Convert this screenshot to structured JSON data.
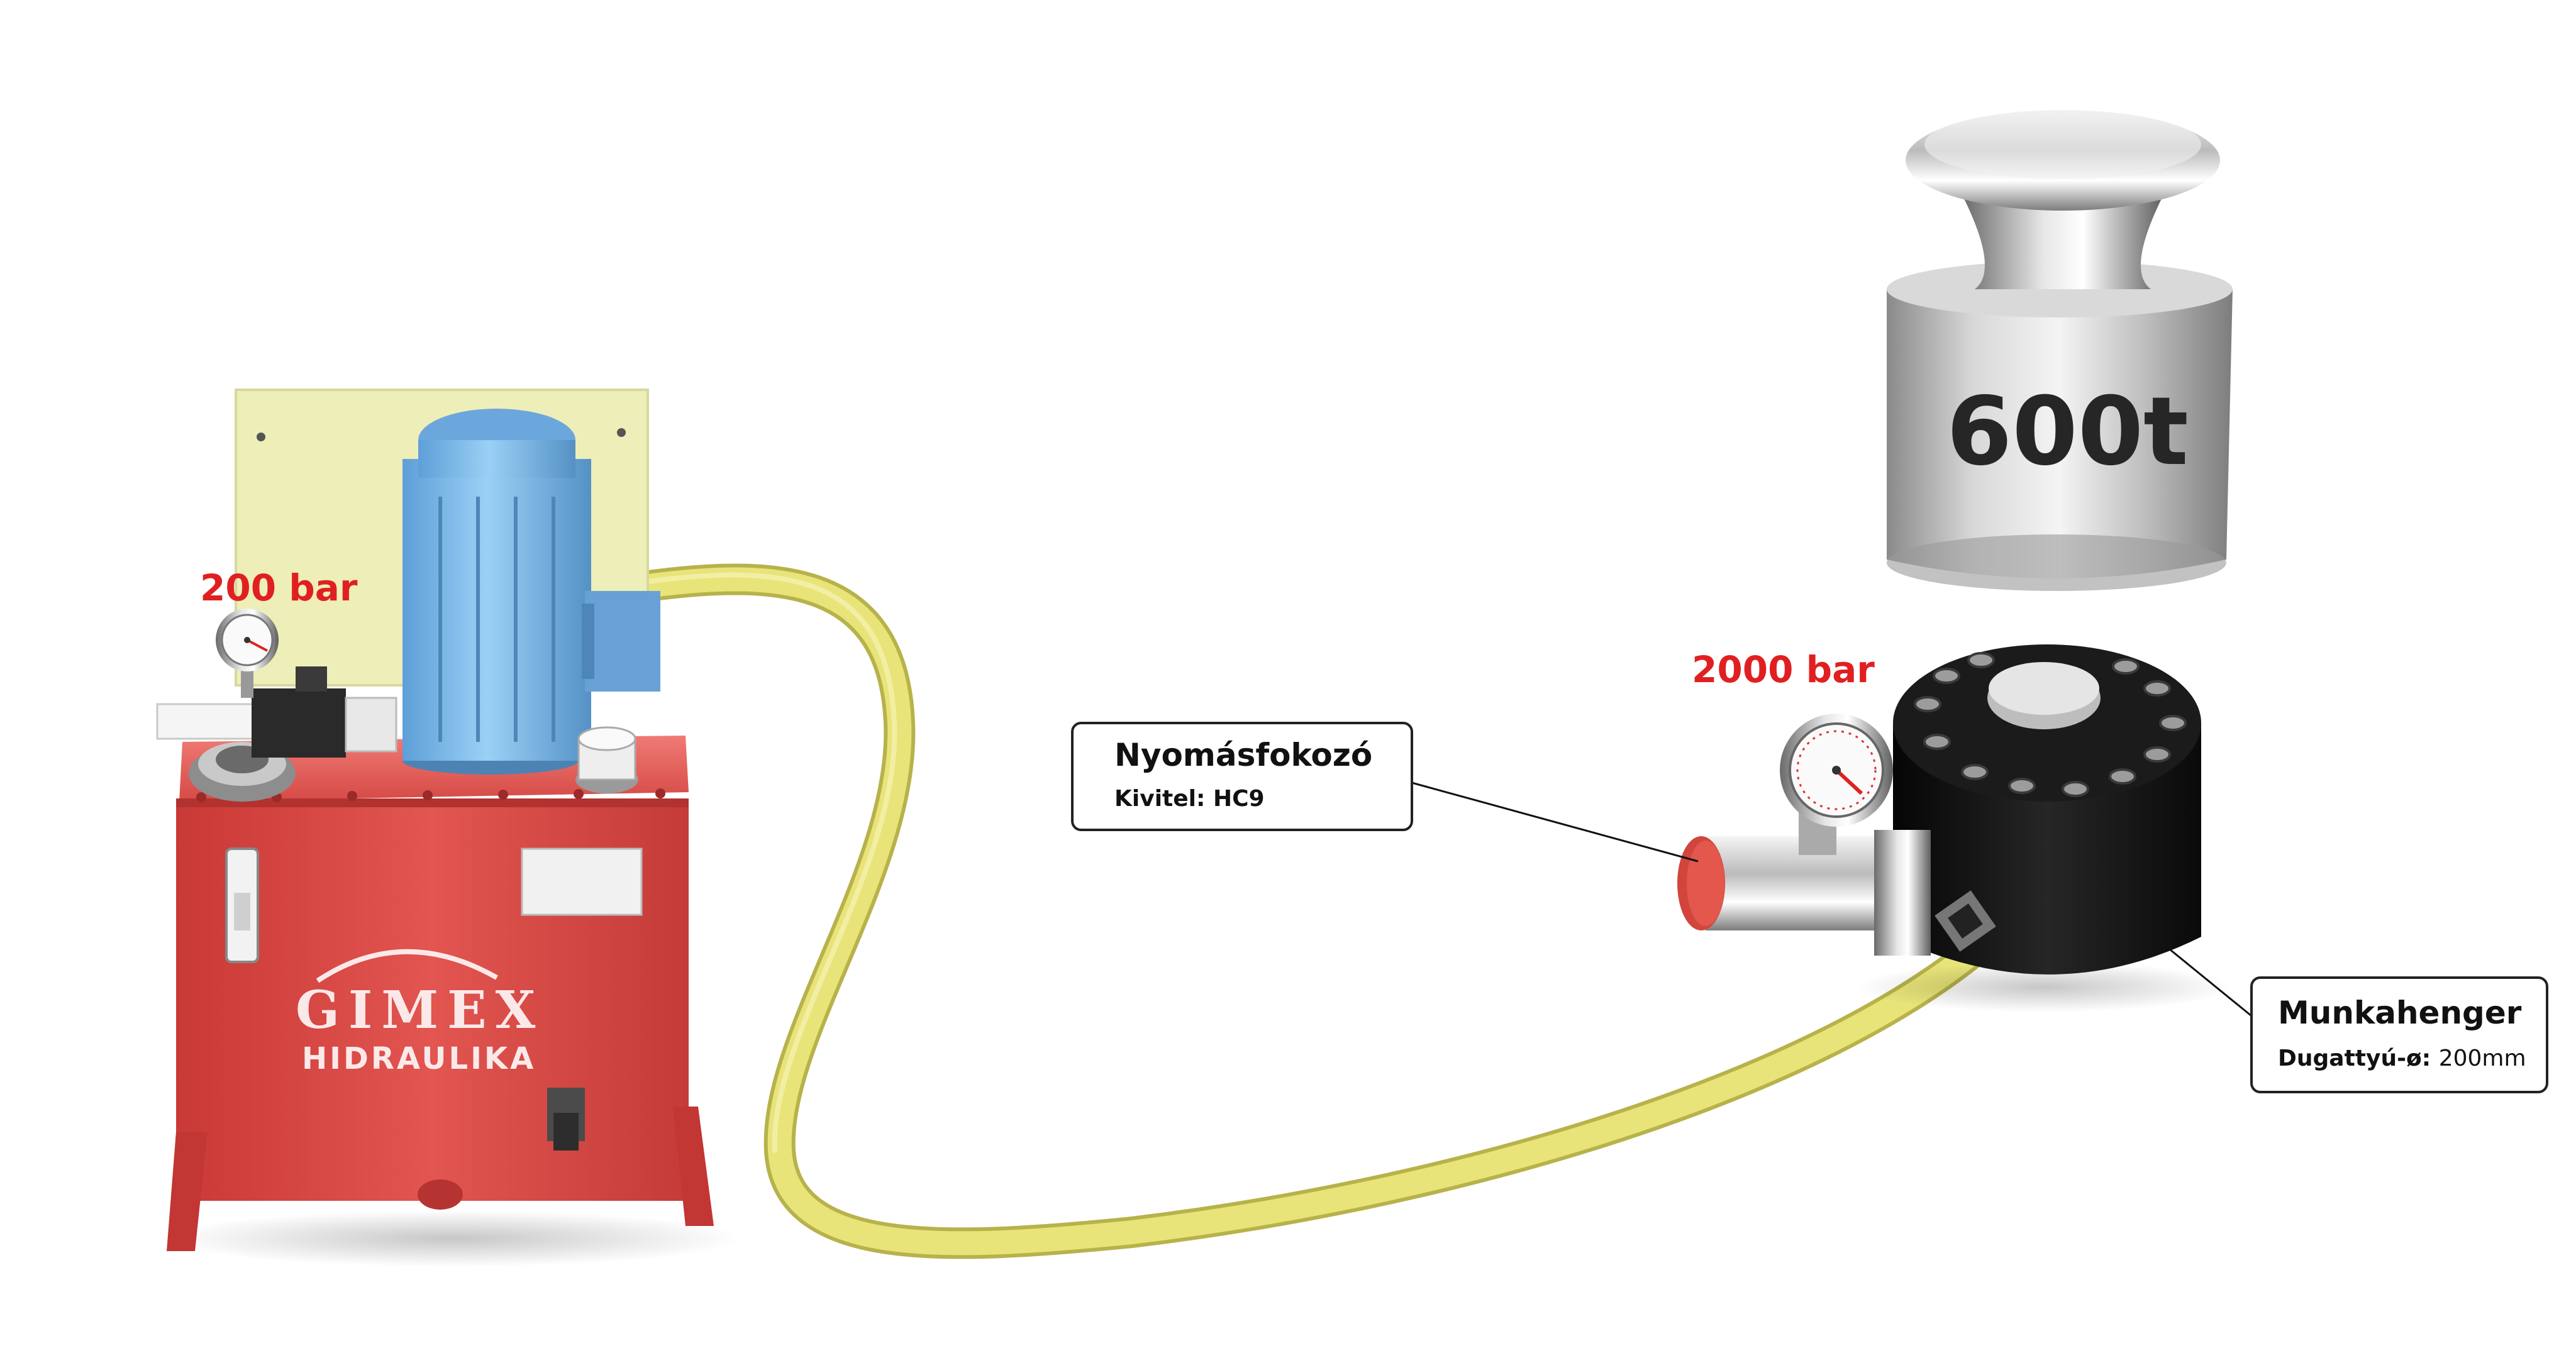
{
  "power_unit": {
    "pressure_label": "200 bar",
    "brand_line1": "GIMEX",
    "brand_line2": "HIDRAULIKA",
    "colors": {
      "tank": "#dc4a46",
      "motor": "#7fb8e6",
      "panel": "#eeeeb8"
    }
  },
  "weight": {
    "label": "600t",
    "color": "#b9b9b9"
  },
  "cylinder": {
    "pressure_label": "2000 bar",
    "color": "#121212"
  },
  "hose": {
    "color": "#e4e074"
  },
  "callouts": {
    "intensifier": {
      "title": "Nyomásfokozó",
      "subtitle": "Kivitel: HC9"
    },
    "cylinder": {
      "title": "Munkahenger",
      "subtitle_bold": "Dugattyú-ø:",
      "subtitle_value": "200mm"
    }
  }
}
